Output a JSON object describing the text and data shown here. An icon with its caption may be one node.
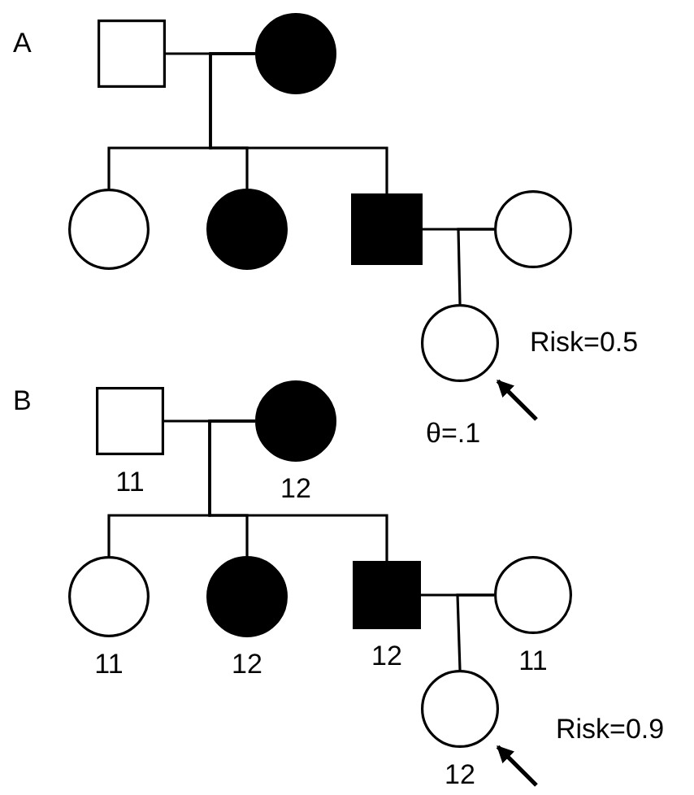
{
  "diagram": {
    "nodes": [
      {
        "text": [],
        "shape": "box"
      },
      {
        "text": [],
        "shape": "circle"
      },
      {
        "text": [],
        "shape": "circle"
      },
      {
        "text": [],
        "shape": "circle"
      },
      {
        "text": [],
        "shape": "box"
      },
      {
        "text": [],
        "shape": "circle"
      },
      {
        "text": [],
        "shape": "circle"
      },
      {
        "text": [],
        "shape": "box",
        "beside": [
          "11"
        ]
      },
      {
        "text": [],
        "shape": "circle",
        "beside": [
          "12"
        ]
      },
      {
        "text": [],
        "shape": "circle",
        "beside": [
          "11"
        ]
      },
      {
        "text": [],
        "shape": "circle",
        "beside": [
          "12"
        ]
      },
      {
        "text": [],
        "shape": "box",
        "beside": [
          "12"
        ]
      },
      {
        "text": [],
        "shape": "circle",
        "beside": [
          "11"
        ]
      },
      {
        "text": [],
        "shape": "circle",
        "beside": [
          "12"
        ]
      }
    ],
    "edges": [
      {
        "from": 0,
        "to": 1,
        "arrow": "none"
      },
      {
        "from": 1,
        "to": 2,
        "arrow": "none"
      },
      {
        "from": 1,
        "to": 3,
        "arrow": "none"
      },
      {
        "from": 1,
        "to": 4,
        "arrow": "none"
      },
      {
        "from": 4,
        "to": 5,
        "arrow": "none"
      },
      {
        "from": 5,
        "to": 6,
        "arrow": "none"
      },
      {
        "from": null,
        "to": 6,
        "arrow": "to"
      },
      {
        "from": 7,
        "to": 8,
        "arrow": "none"
      },
      {
        "from": 8,
        "to": 9,
        "arrow": "none"
      },
      {
        "from": 8,
        "to": 10,
        "arrow": "none"
      },
      {
        "from": 8,
        "to": 11,
        "arrow": "none"
      },
      {
        "from": 11,
        "to": 12,
        "arrow": "none"
      },
      {
        "from": 12,
        "to": 13,
        "arrow": "none"
      },
      {
        "from": null,
        "to": 13,
        "arrow": "to"
      }
    ],
    "labels": [
      "A",
      "Risk=0.5",
      "θ=.1",
      "B",
      "Risk=0.9"
    ]
  }
}
